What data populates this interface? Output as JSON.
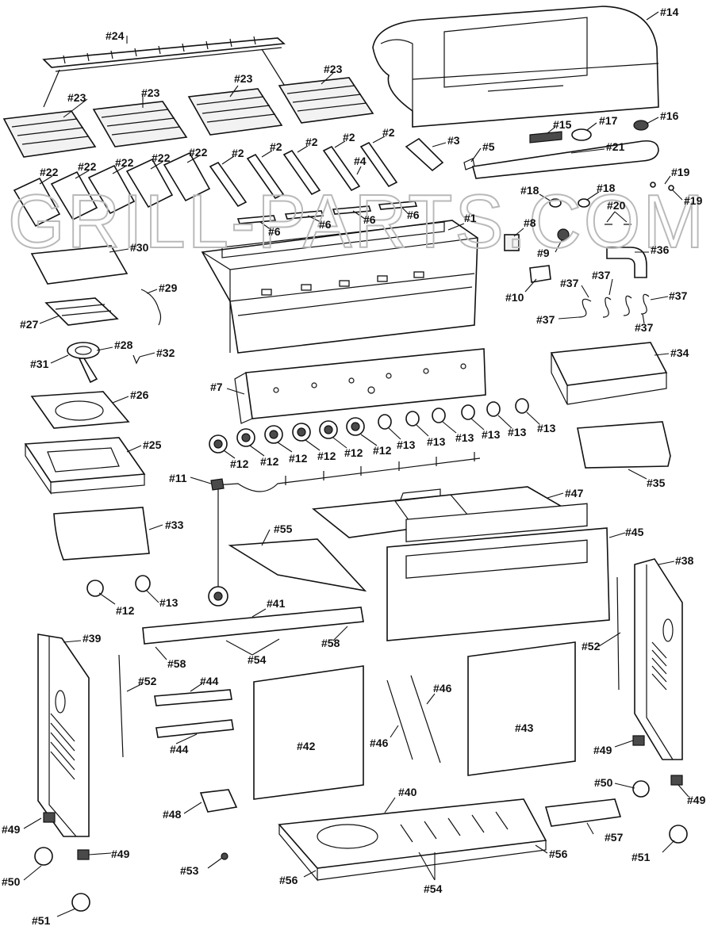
{
  "watermark": "GRILL-PARTS.COM",
  "colors": {
    "line": "#111111",
    "fill": "#ffffff",
    "watermark": "#b9b9b9"
  },
  "labels": [
    {
      "id": "l1",
      "text": "#14"
    },
    {
      "id": "l2",
      "text": "#24"
    },
    {
      "id": "l3",
      "text": "#23"
    },
    {
      "id": "l4",
      "text": "#23"
    },
    {
      "id": "l5",
      "text": "#23"
    },
    {
      "id": "l6",
      "text": "#23"
    },
    {
      "id": "l7",
      "text": "#3"
    },
    {
      "id": "l8",
      "text": "#15"
    },
    {
      "id": "l9",
      "text": "#17"
    },
    {
      "id": "l10",
      "text": "#16"
    },
    {
      "id": "l11",
      "text": "#5"
    },
    {
      "id": "l12",
      "text": "#21"
    },
    {
      "id": "l13",
      "text": "#22"
    },
    {
      "id": "l14",
      "text": "#22"
    },
    {
      "id": "l15",
      "text": "#22"
    },
    {
      "id": "l16",
      "text": "#22"
    },
    {
      "id": "l17",
      "text": "#22"
    },
    {
      "id": "l18",
      "text": "#2"
    },
    {
      "id": "l19",
      "text": "#2"
    },
    {
      "id": "l20",
      "text": "#2"
    },
    {
      "id": "l21",
      "text": "#2"
    },
    {
      "id": "l22",
      "text": "#2"
    },
    {
      "id": "l23",
      "text": "#4"
    },
    {
      "id": "l24",
      "text": "#19"
    },
    {
      "id": "l25",
      "text": "#19"
    },
    {
      "id": "l26",
      "text": "#18"
    },
    {
      "id": "l27",
      "text": "#18"
    },
    {
      "id": "l28",
      "text": "#20"
    },
    {
      "id": "l29",
      "text": "#6"
    },
    {
      "id": "l30",
      "text": "#6"
    },
    {
      "id": "l31",
      "text": "#6"
    },
    {
      "id": "l32",
      "text": "#6"
    },
    {
      "id": "l33",
      "text": "#1"
    },
    {
      "id": "l34",
      "text": "#8"
    },
    {
      "id": "l35",
      "text": "#30"
    },
    {
      "id": "l36",
      "text": "#9"
    },
    {
      "id": "l37",
      "text": "#36"
    },
    {
      "id": "l38",
      "text": "#29"
    },
    {
      "id": "l39",
      "text": "#10"
    },
    {
      "id": "l40",
      "text": "#37"
    },
    {
      "id": "l41",
      "text": "#37"
    },
    {
      "id": "l42",
      "text": "#37"
    },
    {
      "id": "l43",
      "text": "#37"
    },
    {
      "id": "l44",
      "text": "#37"
    },
    {
      "id": "l45",
      "text": "#27"
    },
    {
      "id": "l46",
      "text": "#28"
    },
    {
      "id": "l47",
      "text": "#31"
    },
    {
      "id": "l48",
      "text": "#32"
    },
    {
      "id": "l49",
      "text": "#34"
    },
    {
      "id": "l50",
      "text": "#7"
    },
    {
      "id": "l51",
      "text": "#26"
    },
    {
      "id": "l52",
      "text": "#13"
    },
    {
      "id": "l53",
      "text": "#13"
    },
    {
      "id": "l54",
      "text": "#13"
    },
    {
      "id": "l55",
      "text": "#13"
    },
    {
      "id": "l56",
      "text": "#13"
    },
    {
      "id": "l57",
      "text": "#13"
    },
    {
      "id": "l58",
      "text": "#25"
    },
    {
      "id": "l59",
      "text": "#12"
    },
    {
      "id": "l60",
      "text": "#12"
    },
    {
      "id": "l61",
      "text": "#12"
    },
    {
      "id": "l62",
      "text": "#12"
    },
    {
      "id": "l63",
      "text": "#12"
    },
    {
      "id": "l64",
      "text": "#12"
    },
    {
      "id": "l65",
      "text": "#35"
    },
    {
      "id": "l66",
      "text": "#11"
    },
    {
      "id": "l67",
      "text": "#47"
    },
    {
      "id": "l68",
      "text": "#33"
    },
    {
      "id": "l69",
      "text": "#55"
    },
    {
      "id": "l70",
      "text": "#45"
    },
    {
      "id": "l71",
      "text": "#38"
    },
    {
      "id": "l72",
      "text": "#12"
    },
    {
      "id": "l73",
      "text": "#13"
    },
    {
      "id": "l74",
      "text": "#41"
    },
    {
      "id": "l75",
      "text": "#39"
    },
    {
      "id": "l76",
      "text": "#58"
    },
    {
      "id": "l77",
      "text": "#58"
    },
    {
      "id": "l78",
      "text": "#54"
    },
    {
      "id": "l79",
      "text": "#52"
    },
    {
      "id": "l80",
      "text": "#52"
    },
    {
      "id": "l81",
      "text": "#44"
    },
    {
      "id": "l82",
      "text": "#44"
    },
    {
      "id": "l83",
      "text": "#46"
    },
    {
      "id": "l84",
      "text": "#46"
    },
    {
      "id": "l85",
      "text": "#42"
    },
    {
      "id": "l86",
      "text": "#43"
    },
    {
      "id": "l87",
      "text": "#49"
    },
    {
      "id": "l88",
      "text": "#40"
    },
    {
      "id": "l89",
      "text": "#50"
    },
    {
      "id": "l90",
      "text": "#49"
    },
    {
      "id": "l91",
      "text": "#48"
    },
    {
      "id": "l92",
      "text": "#57"
    },
    {
      "id": "l93",
      "text": "#49"
    },
    {
      "id": "l94",
      "text": "#56"
    },
    {
      "id": "l95",
      "text": "#51"
    },
    {
      "id": "l96",
      "text": "#49"
    },
    {
      "id": "l97",
      "text": "#53"
    },
    {
      "id": "l98",
      "text": "#50"
    },
    {
      "id": "l99",
      "text": "#56"
    },
    {
      "id": "l100",
      "text": "#54"
    },
    {
      "id": "l101",
      "text": "#51"
    }
  ]
}
